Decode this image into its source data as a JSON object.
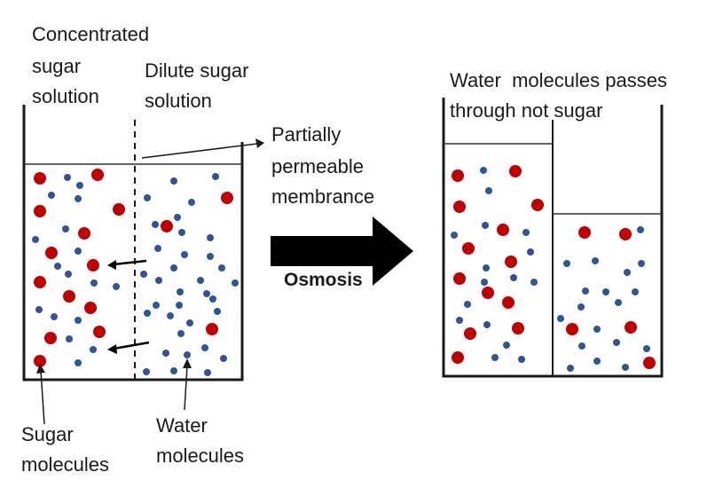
{
  "labels": {
    "concentrated": [
      "Concentrated",
      "sugar",
      "solution"
    ],
    "dilute": [
      "Dilute sugar",
      "solution"
    ],
    "membrane": [
      "Partially",
      "permeable",
      "membrance"
    ],
    "result": [
      "Water  molecules passes",
      "through not sugar"
    ],
    "process": "Osmosis",
    "sugar_molecules": [
      "Sugar",
      "molecules"
    ],
    "water_molecules": [
      "Water",
      "molecules"
    ]
  },
  "colors": {
    "sugar": "#c00000",
    "water": "#2e5597",
    "outline": "#1a1a1a",
    "arrow": "#000000"
  }
}
